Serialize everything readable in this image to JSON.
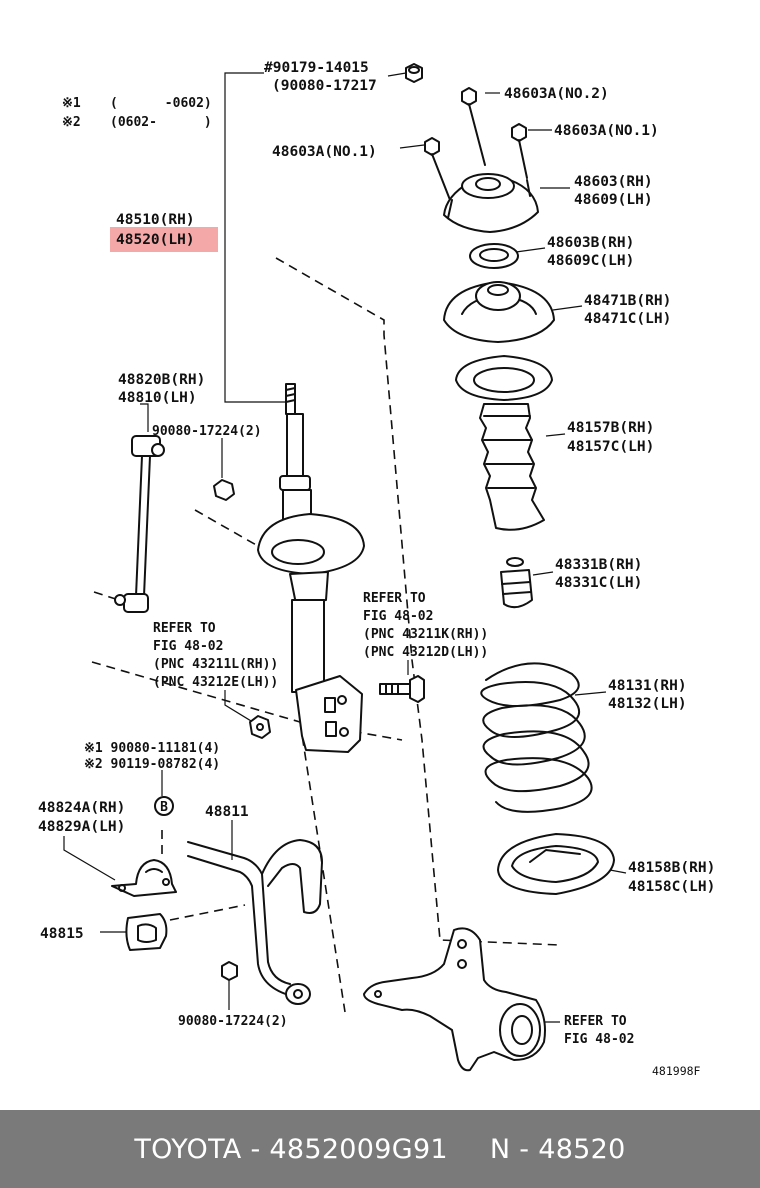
{
  "notes": [
    {
      "mark": "※1",
      "range": "(      -0602)"
    },
    {
      "mark": "※2",
      "range": "(0602-      )"
    }
  ],
  "labels": {
    "bolt_top": "#90179-14015",
    "bolt_top_alt": "(90080-17217",
    "strut_rh": "48510(RH)",
    "strut_lh": "48520(LH)",
    "nut_no2": "48603A(NO.2)",
    "nut_no1_right": "48603A(NO.1)",
    "nut_no1_left": "48603A(NO.1)",
    "mount_rh": "48603(RH)",
    "mount_lh": "48609(LH)",
    "bearing_rh": "48603B(RH)",
    "bearing_lh": "48609C(LH)",
    "seat_rh": "48471B(RH)",
    "seat_lh": "48471C(LH)",
    "boot_rh": "48157B(RH)",
    "boot_lh": "48157C(LH)",
    "bumper_rh": "48331B(RH)",
    "bumper_lh": "48331C(LH)",
    "spring_rh": "48131(RH)",
    "spring_lh": "48132(LH)",
    "insulator_rh": "48158B(RH)",
    "insulator_lh": "48158C(LH)",
    "link_rh": "48820B(RH)",
    "link_lh": "48810(LH)",
    "link_nut": "90080-17224(2)",
    "refer_left_1": "REFER TO",
    "refer_left_2": "FIG 48-02",
    "refer_left_3": "(PNC 43211L(RH))",
    "refer_left_4": "(PNC 43212E(LH))",
    "refer_mid_1": "REFER TO",
    "refer_mid_2": "FIG 48-02",
    "refer_mid_3": "(PNC 43211K(RH))",
    "refer_mid_4": "(PNC 43212D(LH))",
    "bolt_n1": "※1 90080-11181(4)",
    "bolt_n2": "※2 90119-08782(4)",
    "bolt_marker": "B",
    "bracket_rh": "48824A(RH)",
    "bracket_lh": "48829A(LH)",
    "stabilizer": "48811",
    "bushing": "48815",
    "stab_nut": "90080-17224(2)",
    "refer_knuckle_1": "REFER TO",
    "refer_knuckle_2": "FIG 48-02",
    "figure_code": "481998F"
  },
  "footer": {
    "brand_part": "TOYOTA - 4852009G91",
    "pnc": "N - 48520"
  },
  "colors": {
    "highlight": "#f4a3a3",
    "footer_bg": "#7a7a7a",
    "footer_text": "#ffffff"
  }
}
